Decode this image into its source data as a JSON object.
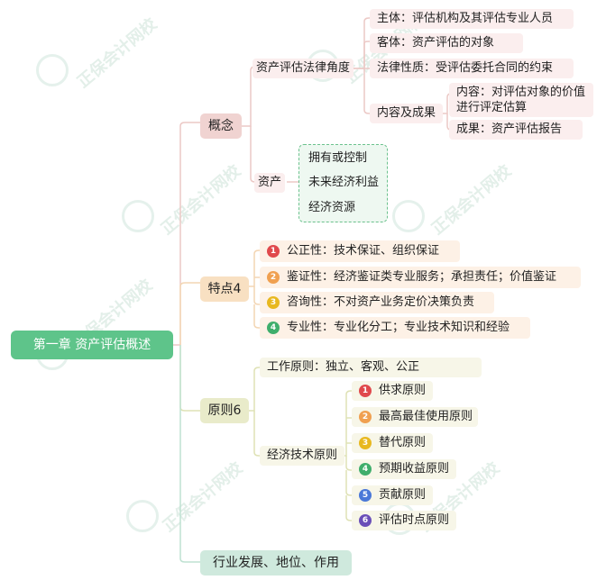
{
  "root": "第一章 资产评估概述",
  "branches": {
    "concept": {
      "label": "概念",
      "legal": {
        "label": "资产评估法律角度",
        "items": [
          "主体：评估机构及其评估专业人员",
          "客体：资产评估的对象",
          "法律性质：受评估委托合同的约束"
        ],
        "content_result": {
          "label": "内容及成果",
          "content_line1": "内容：对评估对象的价值",
          "content_line2": "进行评定估算",
          "result": "成果：资产评估报告"
        }
      },
      "asset": {
        "label": "资产",
        "items": [
          "拥有或控制",
          "未来经济利益",
          "经济资源"
        ]
      }
    },
    "features": {
      "label": "特点4",
      "items": [
        {
          "num": "1",
          "color": "#e0494c",
          "text": "公正性：技术保证、组织保证"
        },
        {
          "num": "2",
          "color": "#f0a050",
          "text": "鉴证性：经济鉴证类专业服务；承担责任；价值鉴证"
        },
        {
          "num": "3",
          "color": "#e8b820",
          "text": "咨询性：不对资产业务定价决策负责"
        },
        {
          "num": "4",
          "color": "#3fae6c",
          "text": "专业性：专业化分工；专业技术知识和经验"
        }
      ]
    },
    "principles": {
      "label": "原则6",
      "work": "工作原则：独立、客观、公正",
      "tech": {
        "label": "经济技术原则",
        "items": [
          {
            "num": "1",
            "color": "#e0494c",
            "text": "供求原则"
          },
          {
            "num": "2",
            "color": "#f0a050",
            "text": "最高最佳使用原则"
          },
          {
            "num": "3",
            "color": "#e8b820",
            "text": "替代原则"
          },
          {
            "num": "4",
            "color": "#3fae6c",
            "text": "预期收益原则"
          },
          {
            "num": "5",
            "color": "#4a78d8",
            "text": "贡献原则"
          },
          {
            "num": "6",
            "color": "#6a4fb8",
            "text": "评估时点原则"
          }
        ]
      }
    },
    "industry": {
      "label": "行业发展、地位、作用"
    }
  },
  "watermark": {
    "text": "正保会计网校",
    "url": "www.chinaacc.com"
  },
  "colors": {
    "root": "#5ec48a",
    "pink": "#f0d3d1",
    "orange": "#f8e0c2",
    "olive": "#e9ebca",
    "green": "#cfe9dd"
  }
}
